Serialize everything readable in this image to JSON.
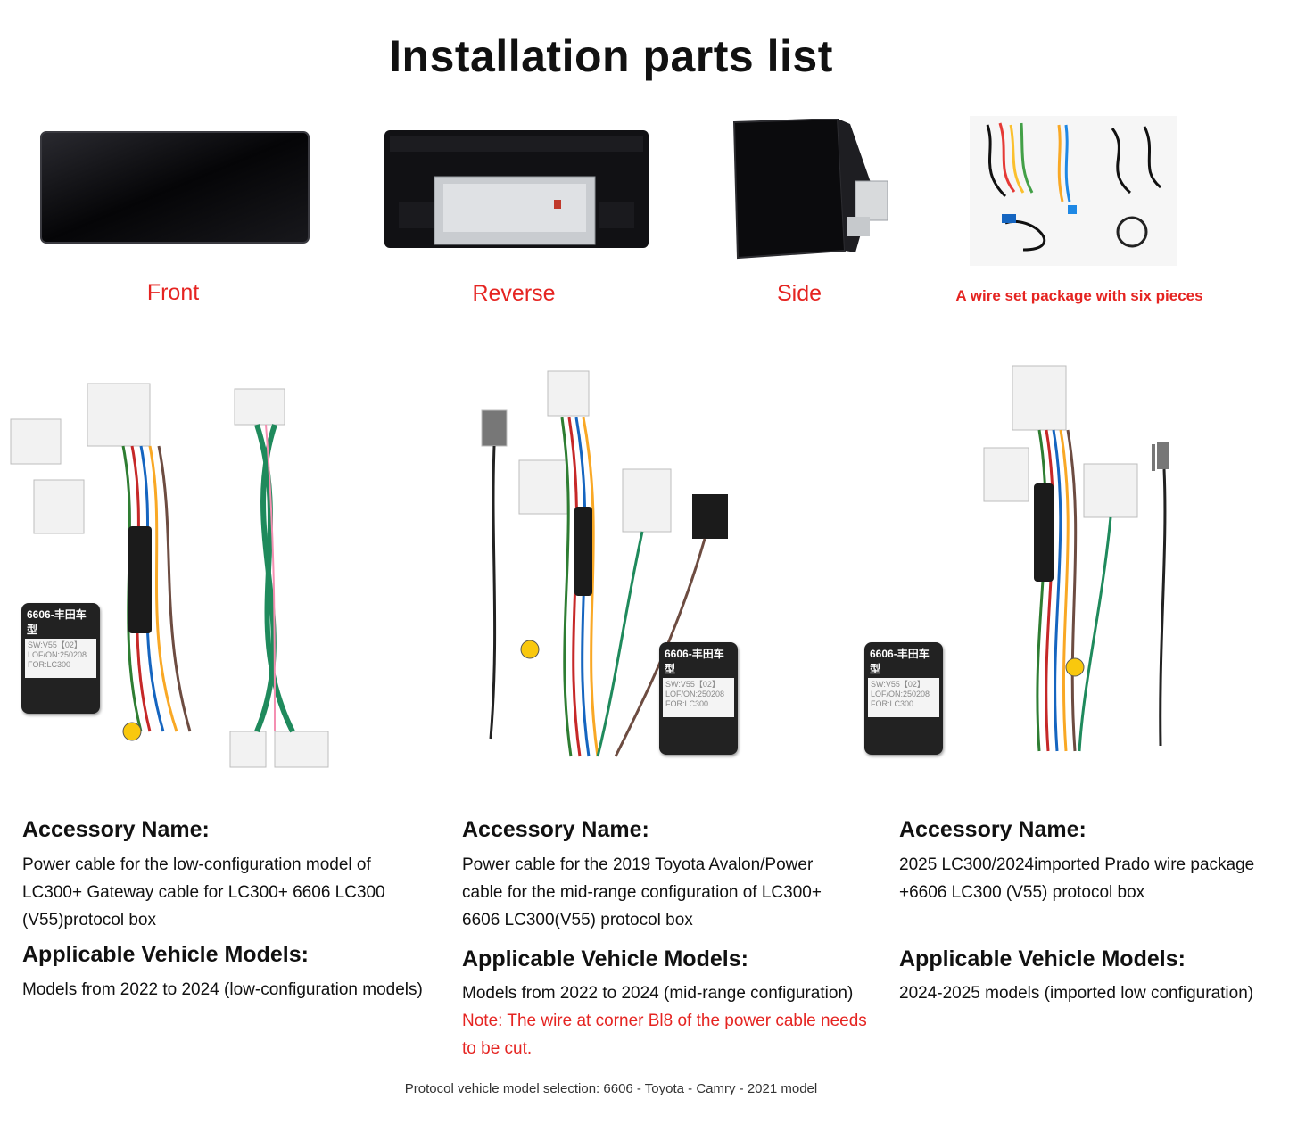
{
  "page": {
    "title": "Installation parts list",
    "footer": "Protocol vehicle model selection: 6606 - Toyota - Camry - 2021 model"
  },
  "views": [
    {
      "caption": "Front"
    },
    {
      "caption": "Reverse"
    },
    {
      "caption": "Side"
    },
    {
      "caption": "A wire set package with six pieces"
    }
  ],
  "protocol_box": {
    "title": "6606-丰田车型",
    "line1": "SW:V55【02】",
    "line2": "LOF/ON:250208",
    "line3": "FOR:LC300"
  },
  "accessories": [
    {
      "name_heading": "Accessory Name:",
      "name_lines": [
        "Power cable for the low-configuration model of",
        "LC300+ Gateway cable for LC300+ 6606 LC300",
        "(V55)protocol box"
      ],
      "models_heading": "Applicable Vehicle Models:",
      "models": "Models from 2022 to 2024 (low-configuration models)",
      "note_lines": []
    },
    {
      "name_heading": "Accessory Name:",
      "name_lines": [
        "Power cable for the 2019 Toyota Avalon/Power",
        "cable for the mid-range configuration of LC300+",
        "6606 LC300(V55) protocol box"
      ],
      "models_heading": "Applicable Vehicle Models:",
      "models": "Models from 2022 to 2024 (mid-range configuration)",
      "note_lines": [
        "Note: The wire at corner Bl8 of the power cable needs",
        "to be cut."
      ]
    },
    {
      "name_heading": "Accessory Name:",
      "name_lines": [
        "2025 LC300/2024imported Prado wire package",
        "+6606 LC300 (V55) protocol box"
      ],
      "models_heading": "Applicable Vehicle Models:",
      "models": "2024-2025 models (imported low configuration)",
      "note_lines": []
    }
  ],
  "colors": {
    "caption_red": "#e52421",
    "screen_black": "#0c0c0e",
    "wire_green": "#1f8a5c",
    "connector_white": "#f2f2f2"
  }
}
